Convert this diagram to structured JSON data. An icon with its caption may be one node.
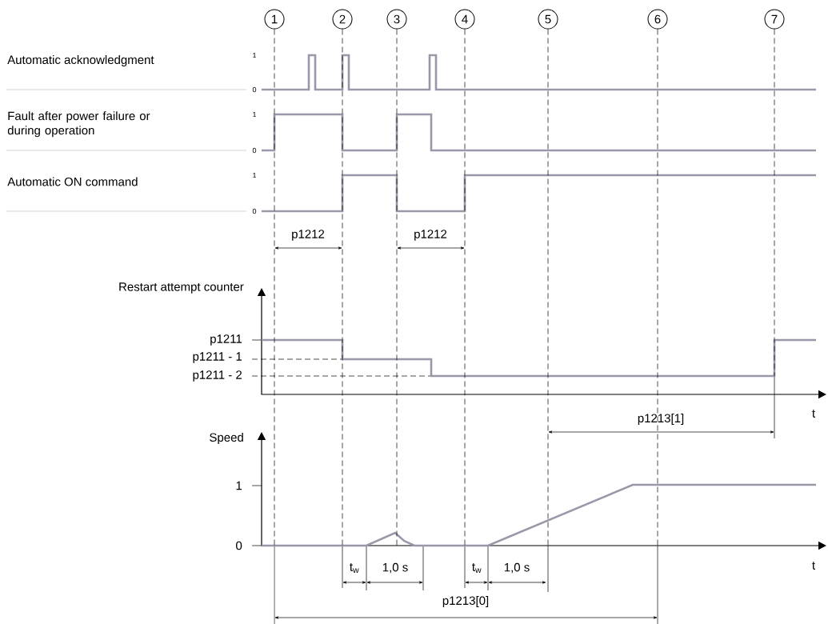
{
  "diagram": {
    "nodes": [
      {
        "text": [
          "1"
        ]
      },
      {
        "text": [
          "2"
        ]
      },
      {
        "text": [
          "3"
        ]
      },
      {
        "text": [
          "4"
        ]
      },
      {
        "text": [
          "5"
        ]
      },
      {
        "text": [
          "6"
        ]
      },
      {
        "text": [
          "7"
        ]
      }
    ],
    "edges": [
      {
        "from": 0,
        "to": null,
        "arrow": "none",
        "style": "dashed"
      },
      {
        "from": 1,
        "to": null,
        "arrow": "none",
        "style": "dashed"
      },
      {
        "from": 2,
        "to": null,
        "arrow": "none",
        "style": "dashed"
      },
      {
        "from": 3,
        "to": null,
        "arrow": "none",
        "style": "dashed"
      },
      {
        "from": 4,
        "to": null,
        "arrow": "none",
        "style": "dashed"
      },
      {
        "from": 5,
        "to": null,
        "arrow": "none",
        "style": "dashed"
      },
      {
        "from": 6,
        "to": null,
        "arrow": "none",
        "style": "dashed"
      }
    ],
    "labels": [
      "Automatic acknowledgment",
      "1",
      "0",
      "Fault after power failure or during operation",
      "1",
      "0",
      "Automatic ON command",
      "1",
      "0",
      "p1212",
      "p1212",
      "Restart attempt counter",
      "p1211",
      "p1211 - 1",
      "p1211 - 2",
      "t",
      "p1213[1]",
      "Speed",
      "1",
      "0",
      "t$_{w}$",
      "1,0 s",
      "t$_{w}$",
      "1,0 s",
      "t",
      "p1213[0]"
    ]
  }
}
